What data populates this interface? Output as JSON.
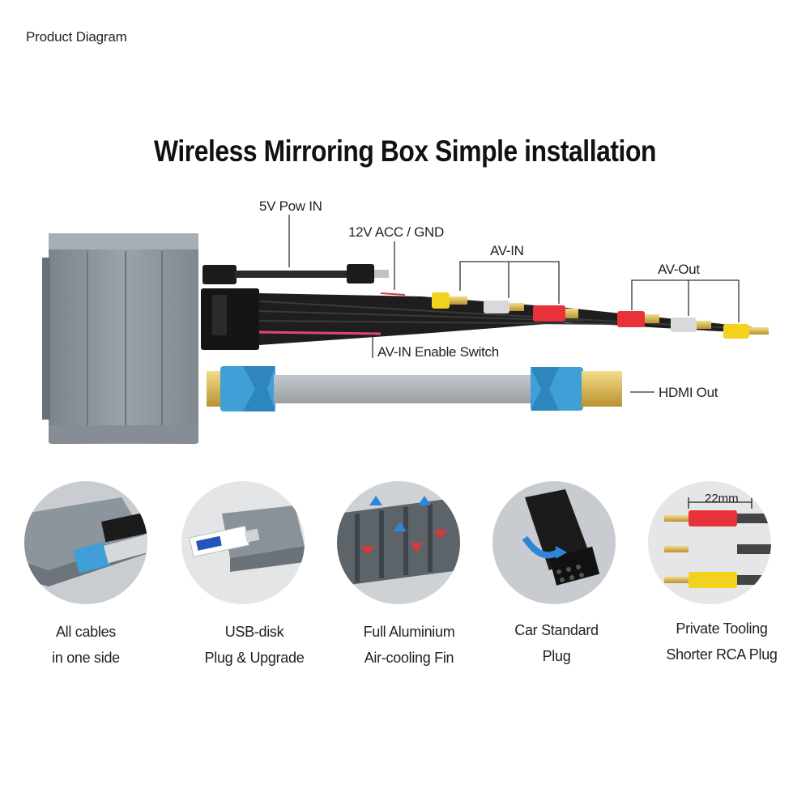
{
  "page_label": "Product Diagram",
  "title": "Wireless Mirroring Box Simple installation",
  "callouts": {
    "power_in": "5V Pow IN",
    "acc_gnd": "12V ACC / GND",
    "av_in": "AV-IN",
    "av_out": "AV-Out",
    "av_in_switch": "AV-IN Enable Switch",
    "hdmi_out": "HDMI Out"
  },
  "features": [
    {
      "line1": "All  cables",
      "line2": "in one side"
    },
    {
      "line1": "USB-disk",
      "line2": "Plug & Upgrade"
    },
    {
      "line1": "Full Aluminium",
      "line2": "Air-cooling Fin"
    },
    {
      "line1": "Car Standard",
      "line2": "Plug"
    },
    {
      "line1": "Private Tooling",
      "line2": "Shorter RCA Plug"
    }
  ],
  "rca_dimension": "22mm",
  "colors": {
    "box": "#8e969e",
    "hdmi_blue": "#3f9fd6",
    "rca_yellow": "#f2d21c",
    "rca_red": "#e8323a",
    "rca_white": "#d9d9d9"
  }
}
